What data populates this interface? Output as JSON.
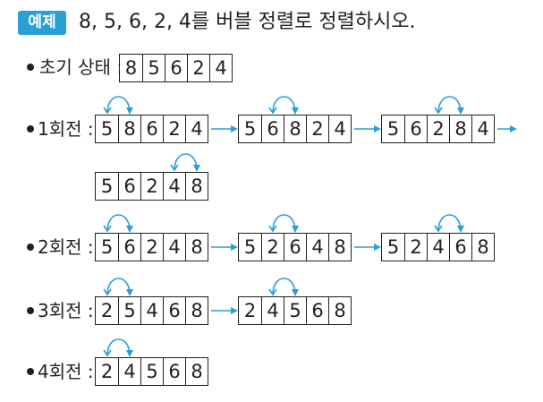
{
  "example": {
    "badge": "예제",
    "problem": "8, 5, 6, 2, 4를 버블 정렬로 정렬하시오."
  },
  "initial": {
    "label": "초기 상태 :",
    "array": [
      8,
      5,
      6,
      2,
      4
    ]
  },
  "passes": [
    {
      "label": "1회전 :",
      "steps": [
        {
          "array": [
            5,
            8,
            6,
            2,
            4
          ],
          "swap": [
            0,
            1
          ]
        },
        {
          "array": [
            5,
            6,
            8,
            2,
            4
          ],
          "swap": [
            1,
            2
          ]
        },
        {
          "array": [
            5,
            6,
            2,
            8,
            4
          ],
          "swap": [
            2,
            3
          ]
        },
        {
          "array": [
            5,
            6,
            2,
            4,
            8
          ],
          "swap": [
            3,
            4
          ]
        }
      ]
    },
    {
      "label": "2회전 :",
      "steps": [
        {
          "array": [
            5,
            6,
            2,
            4,
            8
          ],
          "swap": [
            0,
            1
          ]
        },
        {
          "array": [
            5,
            2,
            6,
            4,
            8
          ],
          "swap": [
            1,
            2
          ]
        },
        {
          "array": [
            5,
            2,
            4,
            6,
            8
          ],
          "swap": [
            2,
            3
          ]
        }
      ]
    },
    {
      "label": "3회전 :",
      "steps": [
        {
          "array": [
            2,
            5,
            4,
            6,
            8
          ],
          "swap": [
            0,
            1
          ]
        },
        {
          "array": [
            2,
            4,
            5,
            6,
            8
          ],
          "swap": [
            1,
            2
          ]
        }
      ]
    },
    {
      "label": "4회전 :",
      "steps": [
        {
          "array": [
            2,
            4,
            5,
            6,
            8
          ],
          "swap": [
            0,
            1
          ]
        }
      ]
    }
  ],
  "colors": {
    "accent": "#2a9fd6",
    "text": "#231f20"
  }
}
